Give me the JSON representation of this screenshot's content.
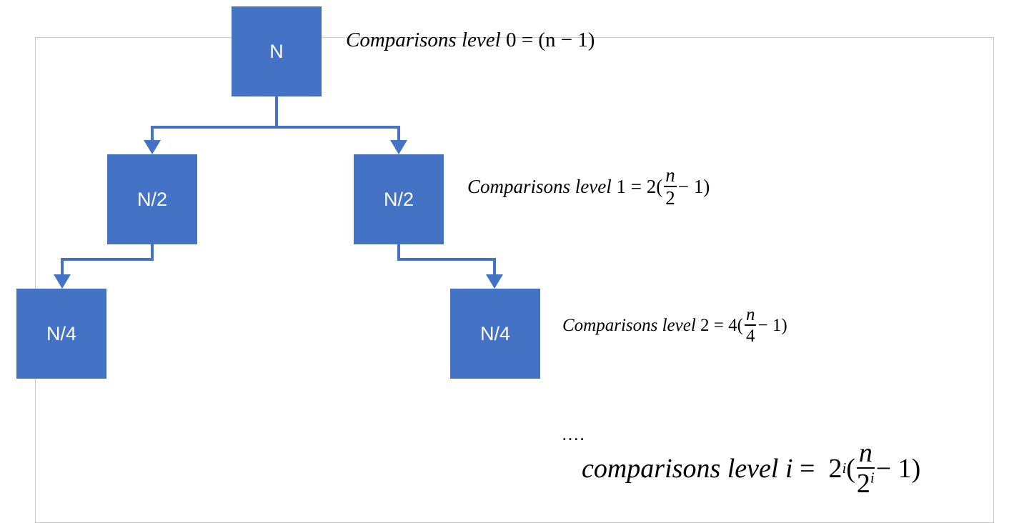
{
  "nodes": {
    "root": "N",
    "left_half": "N/2",
    "right_half": "N/2",
    "left_quarter": "N/4",
    "right_quarter": "N/4"
  },
  "equations": {
    "level0": {
      "label": "Comparisons level",
      "level": "0",
      "rhs": "= (n − 1)"
    },
    "level1": {
      "label": "Comparisons level",
      "level": "1",
      "eq": "= 2(",
      "frac_num": "n",
      "frac_den": "2",
      "tail": "− 1)"
    },
    "level2": {
      "label": "Comparisons level",
      "level": "2",
      "eq": "= 4(",
      "frac_num": "n",
      "frac_den": "4",
      "tail": "− 1)"
    },
    "ellipsis": "….",
    "level_i": {
      "label": "comparisons level",
      "level": "i",
      "eq": "=",
      "base": "2",
      "exp": "i",
      "open": "(",
      "frac_num": "n",
      "frac_den_base": "2",
      "frac_den_exp": "i",
      "tail": "− 1)"
    }
  },
  "colors": {
    "node_fill": "#4472c4",
    "connector": "#4472c4"
  }
}
